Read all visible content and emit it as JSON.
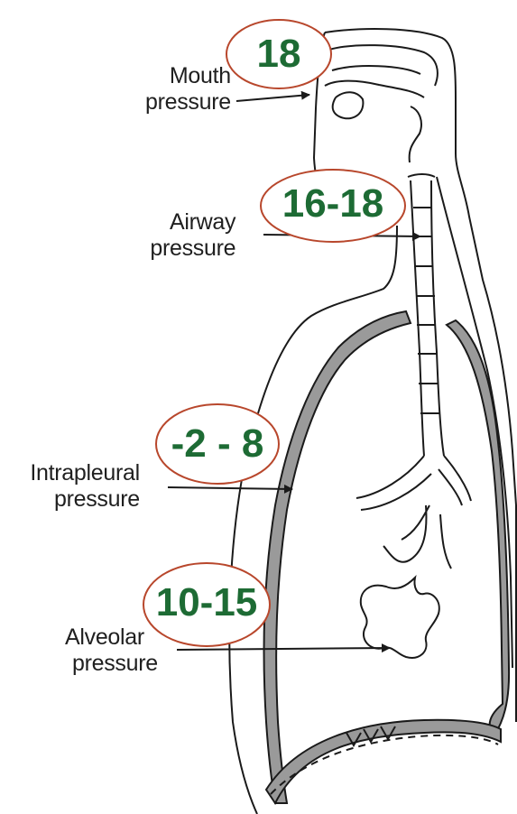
{
  "labels": {
    "mouth": {
      "line1": "Mouth",
      "line2": "pressure"
    },
    "airway": {
      "line1": "Airway",
      "line2": "pressure"
    },
    "intrapleural": {
      "line1": "Intrapleural",
      "line2": "pressure"
    },
    "alveolar": {
      "line1": "Alveolar",
      "line2": "pressure"
    }
  },
  "values": {
    "mouth": "18",
    "airway": "16-18",
    "intrapleural": "-2 - 8",
    "alveolar": "10-15"
  },
  "colors": {
    "line": "#1a1a1a",
    "pleura_fill": "#9a9a9a",
    "oval_stroke": "#b8472c",
    "value_text": "#1d6b34"
  }
}
